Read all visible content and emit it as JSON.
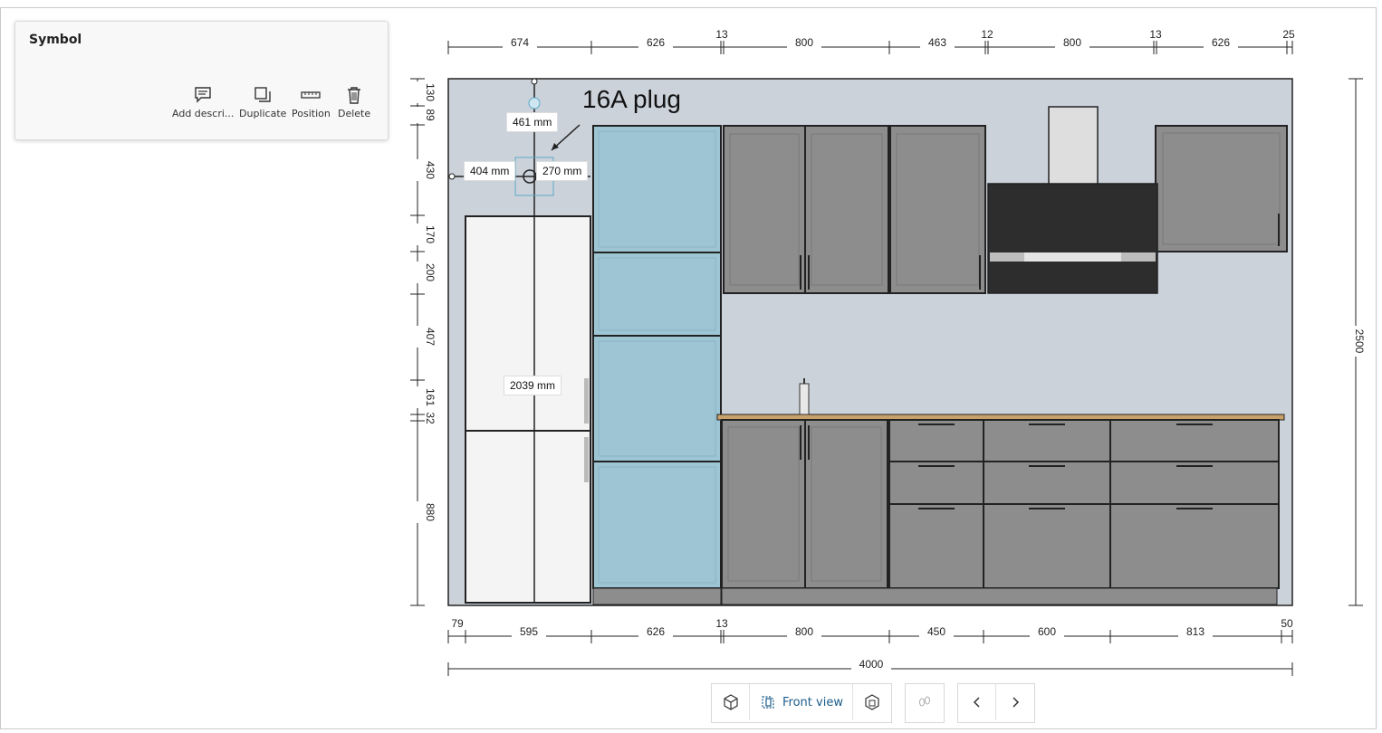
{
  "panel": {
    "title": "Symbol",
    "actions": [
      {
        "label": "Add descri...",
        "icon": "comment-icon"
      },
      {
        "label": "Duplicate",
        "icon": "duplicate-icon"
      },
      {
        "label": "Position",
        "icon": "ruler-icon"
      },
      {
        "label": "Delete",
        "icon": "trash-icon"
      }
    ]
  },
  "drawing": {
    "plug_label": "16A plug",
    "selection_dims": {
      "top": "461 mm",
      "left": "404 mm",
      "right": "270 mm",
      "height": "2039 mm"
    },
    "top_dims": [
      "674",
      "626",
      "13",
      "800",
      "463",
      "12",
      "800",
      "13",
      "626",
      "25"
    ],
    "bottom_dims": [
      "79",
      "595",
      "626",
      "13",
      "800",
      "450",
      "600",
      "813",
      "50"
    ],
    "total_width": "4000",
    "left_dims": [
      "130",
      "89",
      "430",
      "170",
      "200",
      "407",
      "161",
      "32",
      "880"
    ],
    "right_dim": "2500",
    "colors": {
      "wall": "#ccd2da",
      "tall_unit": "#9ec5d4",
      "cabinet": "#8e8d8d",
      "hood": "#2d2d2d",
      "fridge": "#f4f4f4",
      "worktop": "#c8a06a"
    }
  },
  "toolbar": {
    "view_label": "Front view",
    "left_group": [
      "3d-box-icon",
      "front-view-icon",
      "cube-icon"
    ],
    "middle_group": [
      "footprints-icon"
    ],
    "nav": [
      "chevron-left-icon",
      "chevron-right-icon"
    ]
  }
}
